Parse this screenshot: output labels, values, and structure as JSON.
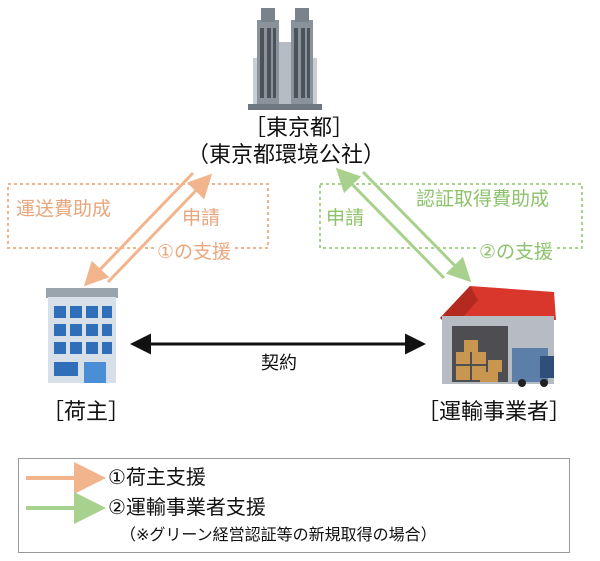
{
  "nodes": {
    "tokyo": {
      "name": "［東京都］",
      "sub": "（東京都環境公社）"
    },
    "shipper": {
      "name": "［荷主］"
    },
    "carrier": {
      "name": "［運輸事業者］"
    }
  },
  "edges": {
    "orange_box": "運送費助成",
    "orange_apply": "申請",
    "orange_badge": "①の支援",
    "green_apply": "申請",
    "green_box": "認証取得費助成",
    "green_badge": "②の支援",
    "contract": "契約"
  },
  "legend": {
    "item1": "①荷主支援",
    "item2": "②運輸事業者支援",
    "item2_note": "（※グリーン経営認証等の新規取得の場合）"
  },
  "colors": {
    "orange": "#f2b48c",
    "green": "#a9d18e",
    "black": "#111111"
  }
}
